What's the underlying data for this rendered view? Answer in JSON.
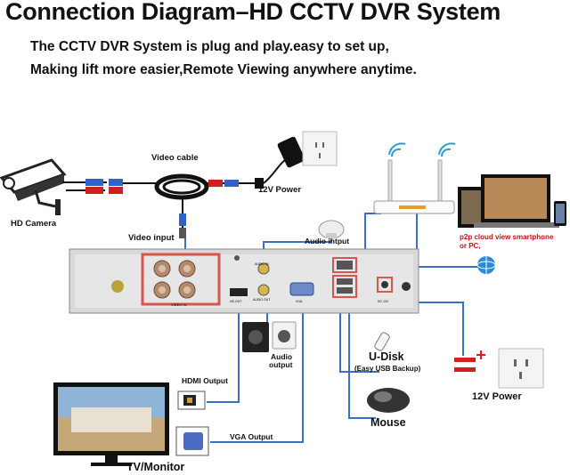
{
  "header": {
    "title": "Connection Diagram–HD CCTV DVR System",
    "line1": "The CCTV DVR System is plug and play.easy to set up,",
    "line2": "Making lift more easier,Remote Viewing anywhere anytime."
  },
  "labels": {
    "hd_camera": "HD Camera",
    "video_cable": "Video cable",
    "power_12v_top": "12V Power",
    "video_input": "Video input",
    "audio_input": "Audio intput",
    "p2p_line1": "p2p cloud view smartphone",
    "p2p_line2": "or PC,",
    "audio_output_line1": "Audio",
    "audio_output_line2": "output",
    "udisk": "U-Disk",
    "udisk_note": "(Easy USB Backup)",
    "hdmi_output": "HDMI Output",
    "vga_output": "VGA Output",
    "mouse": "Mouse",
    "power_12v_right": "12V Power",
    "tv_monitor": "TV/Monitor"
  },
  "dvr_panel": {
    "video_in": "VIDEO IN",
    "audio_in": "AUDIO IN",
    "audio_out": "AUDIO OUT",
    "hd_out": "HD OUT",
    "vga": "VGA",
    "dc_12v": "DC 12V"
  },
  "colors": {
    "cable_blue": "#3a6fc4",
    "power_red": "#d21f1f",
    "dvr_panel": "#d9d9d9",
    "video_in_frame": "#d9534f"
  }
}
